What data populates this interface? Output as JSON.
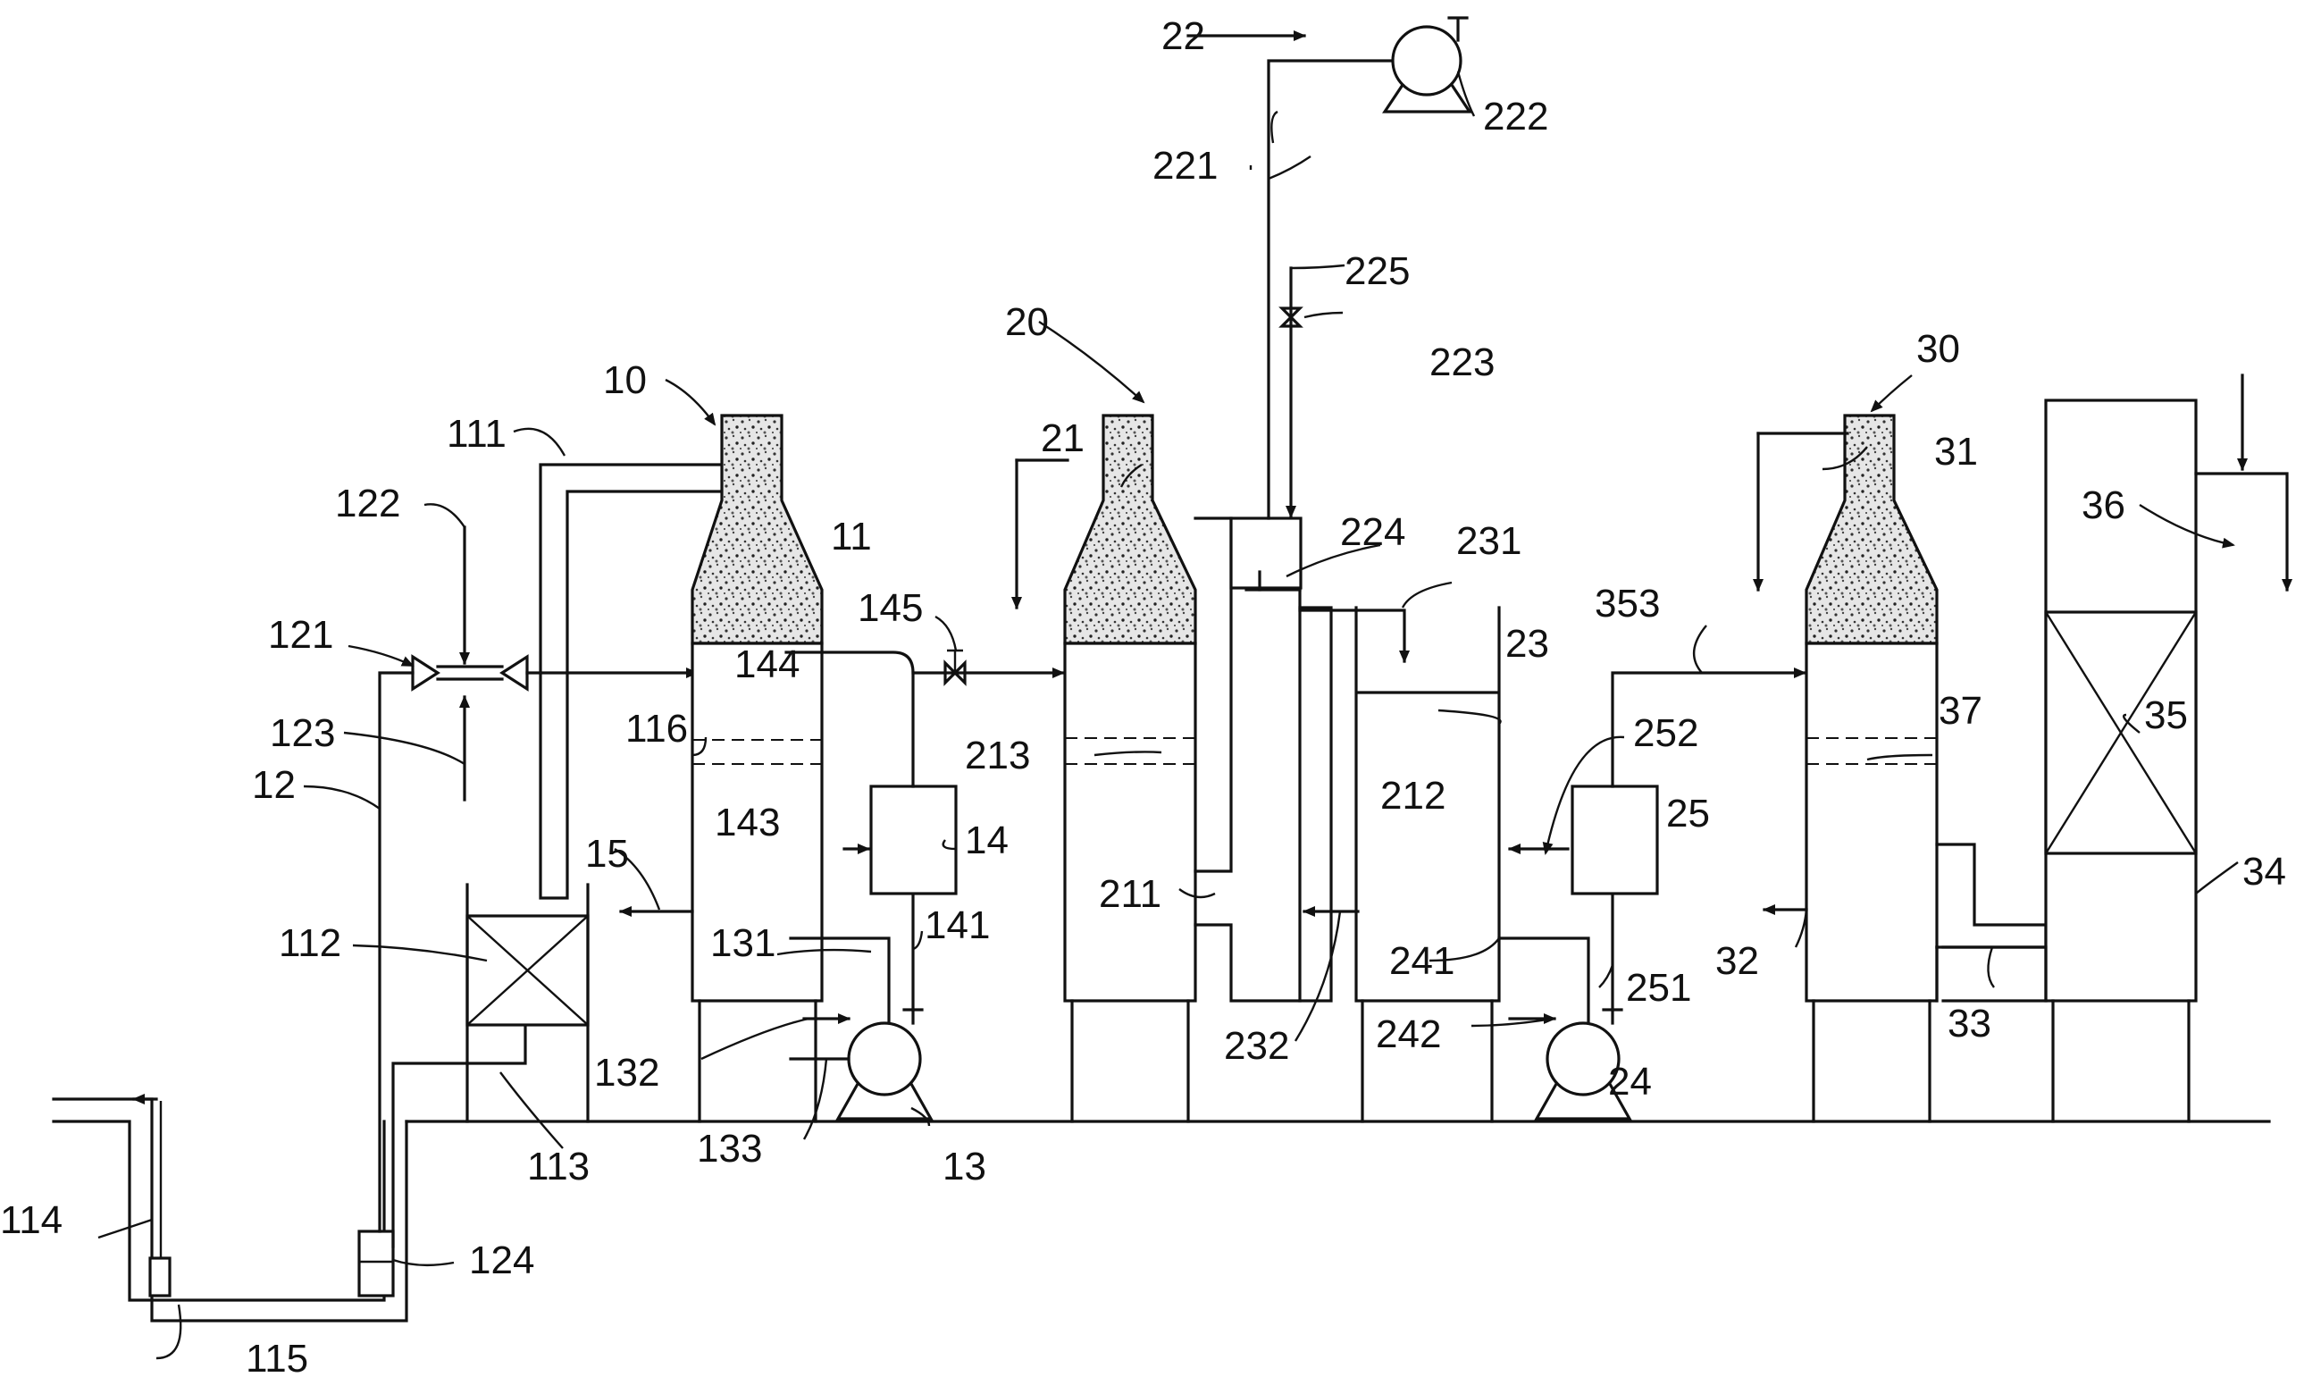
{
  "labels": {
    "l10": "10",
    "l11": "11",
    "l12": "12",
    "l13": "13",
    "l14": "14",
    "l15": "15",
    "l20": "20",
    "l21": "21",
    "l22": "22",
    "l23": "23",
    "l24": "24",
    "l25": "25",
    "l30": "30",
    "l31": "31",
    "l32": "32",
    "l33": "33",
    "l34": "34",
    "l35": "35",
    "l36": "36",
    "l37": "37",
    "l111": "111",
    "l112": "112",
    "l113": "113",
    "l114": "114",
    "l115": "115",
    "l116": "116",
    "l121": "121",
    "l122": "122",
    "l123": "123",
    "l124": "124",
    "l131": "131",
    "l132": "132",
    "l133": "133",
    "l141": "141",
    "l143": "143",
    "l144": "144",
    "l145": "145",
    "l211": "211",
    "l212": "212",
    "l213": "213",
    "l221": "221",
    "l222": "222",
    "l223": "223",
    "l224": "224",
    "l225": "225",
    "l231": "231",
    "l232": "232",
    "l241": "241",
    "l242": "242",
    "l251": "251",
    "l252": "252",
    "l353": "353"
  }
}
